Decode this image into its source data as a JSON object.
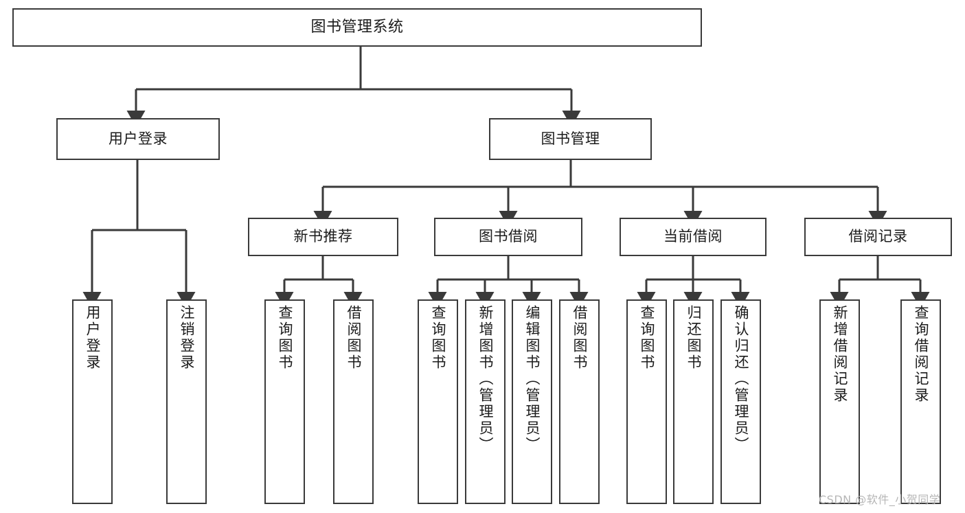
{
  "diagram": {
    "title": "图书管理系统",
    "type": "function-structure-tree",
    "line_color": "#3a3a3a",
    "box_fill": "#ffffff",
    "text_color": "#1b1b1b",
    "watermark": "CSDN @软件_小贺同学",
    "levels": {
      "root": "图书管理系统",
      "level1": [
        "用户登录",
        "图书管理"
      ],
      "level2": [
        "新书推荐",
        "图书借阅",
        "当前借阅",
        "借阅记录"
      ]
    },
    "nodes": {
      "root": {
        "label": "图书管理系统"
      },
      "user_login": {
        "label": "用户登录"
      },
      "book_manage": {
        "label": "图书管理"
      },
      "new_book_rec": {
        "label": "新书推荐"
      },
      "book_borrow": {
        "label": "图书借阅"
      },
      "current_borrow": {
        "label": "当前借阅"
      },
      "borrow_record": {
        "label": "借阅记录"
      },
      "leaf_user_login": {
        "label": "用户登录"
      },
      "leaf_logout": {
        "label": "注销登录"
      },
      "leaf_query_book_1": {
        "label": "查询图书"
      },
      "leaf_borrow_book_1": {
        "label": "借阅图书"
      },
      "leaf_query_book_2": {
        "label": "查询图书"
      },
      "leaf_add_book": {
        "label": "新增图书（管理员）"
      },
      "leaf_edit_book": {
        "label": "编辑图书（管理员）"
      },
      "leaf_borrow_book_2": {
        "label": "借阅图书"
      },
      "leaf_query_book_3": {
        "label": "查询图书"
      },
      "leaf_return_book": {
        "label": "归还图书"
      },
      "leaf_confirm_return": {
        "label": "确认归还（管理员）"
      },
      "leaf_add_record": {
        "label": "新增借阅记录"
      },
      "leaf_query_record": {
        "label": "查询借阅记录"
      }
    }
  }
}
